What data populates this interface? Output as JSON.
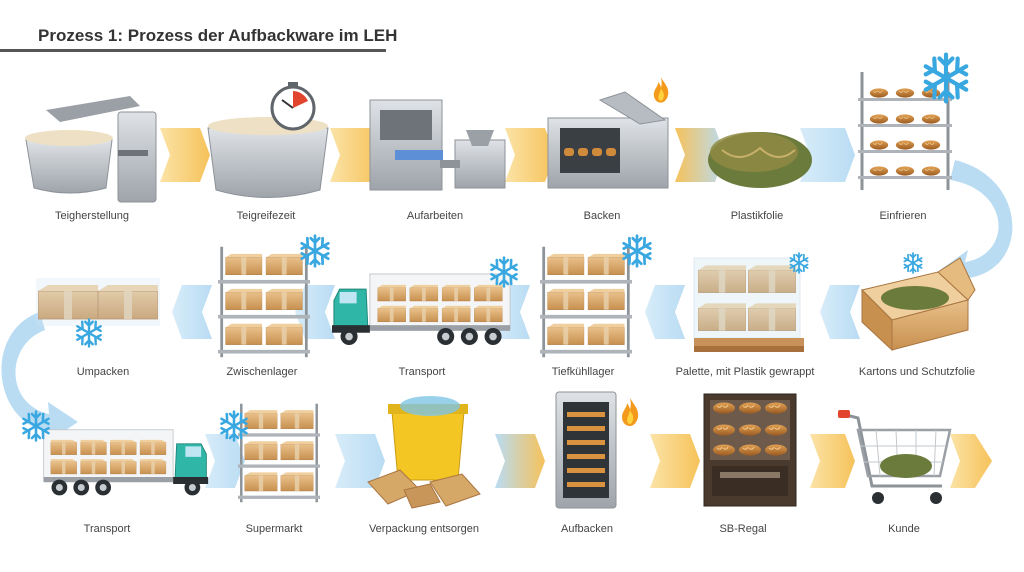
{
  "title": "Prozess 1: Prozess der Aufbackware im LEH",
  "colors": {
    "arrow_yellow": "#f6c25a",
    "arrow_blue": "#b9dcf3",
    "steel": "#b7bcc2",
    "carton": "#d8a86a",
    "flame": "#f39a1c",
    "snow": "#39a7e0"
  },
  "steps": [
    {
      "label": "Teigherstellung",
      "icon": "mixer-icon"
    },
    {
      "label": "Teigreifezeit",
      "icon": "dough-bowl-timer-icon"
    },
    {
      "label": "Aufarbeiten",
      "icon": "processing-machine-icon"
    },
    {
      "label": "Backen",
      "icon": "oven-icon"
    },
    {
      "label": "Plastikfolie",
      "icon": "wrapped-bread-icon"
    },
    {
      "label": "Einfrieren",
      "icon": "freezer-rack-icon"
    },
    {
      "label": "Kartons und Schutzfolie",
      "icon": "carton-icon"
    },
    {
      "label": "Palette, mit Plastik gewrappt",
      "icon": "pallet-icon"
    },
    {
      "label": "Tiefkühllager",
      "icon": "cold-storage-shelf-icon"
    },
    {
      "label": "Transport",
      "icon": "truck-icon"
    },
    {
      "label": "Zwischenlager",
      "icon": "storage-shelf-icon"
    },
    {
      "label": "Umpacken",
      "icon": "repack-boxes-icon"
    },
    {
      "label": "Transport",
      "icon": "truck-icon"
    },
    {
      "label": "Supermarkt",
      "icon": "supermarket-shelf-icon"
    },
    {
      "label": "Verpackung entsorgen",
      "icon": "waste-bin-icon"
    },
    {
      "label": "Aufbacken",
      "icon": "bake-off-oven-icon"
    },
    {
      "label": "SB-Regal",
      "icon": "self-service-shelf-icon"
    },
    {
      "label": "Kunde",
      "icon": "shopping-cart-icon"
    }
  ]
}
